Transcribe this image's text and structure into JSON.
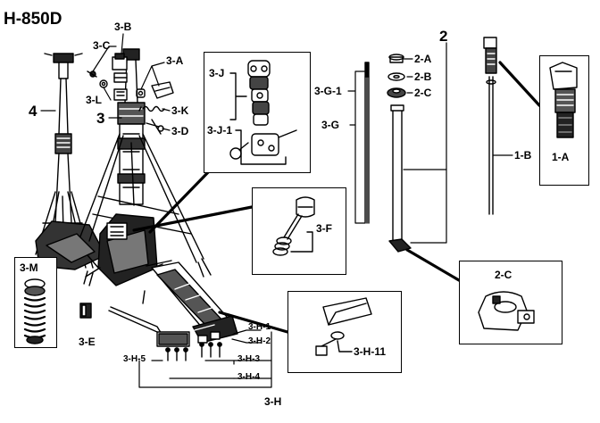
{
  "title": "H-850D",
  "labels": {
    "l_2": "2",
    "l_2a": "2-A",
    "l_2b": "2-B",
    "l_2c": "2-C",
    "l_2c_box": "2-C",
    "l_1a": "1-A",
    "l_1b": "1-B",
    "l_3": "3",
    "l_3a": "3-A",
    "l_3b": "3-B",
    "l_3c": "3-C",
    "l_3d": "3-D",
    "l_3e": "3-E",
    "l_3f": "3-F",
    "l_3g": "3-G",
    "l_3g1": "3-G-1",
    "l_3h": "3-H",
    "l_3h1": "3-H-1",
    "l_3h2": "3-H-2",
    "l_3h3": "3-H-3",
    "l_3h4": "3-H-4",
    "l_3h5": "3-H-5",
    "l_3h11": "3-H-11",
    "l_3j": "3-J",
    "l_3j1": "3-J-1",
    "l_3k": "3-K",
    "l_3l": "3-L",
    "l_3m": "3-M",
    "l_4": "4"
  }
}
